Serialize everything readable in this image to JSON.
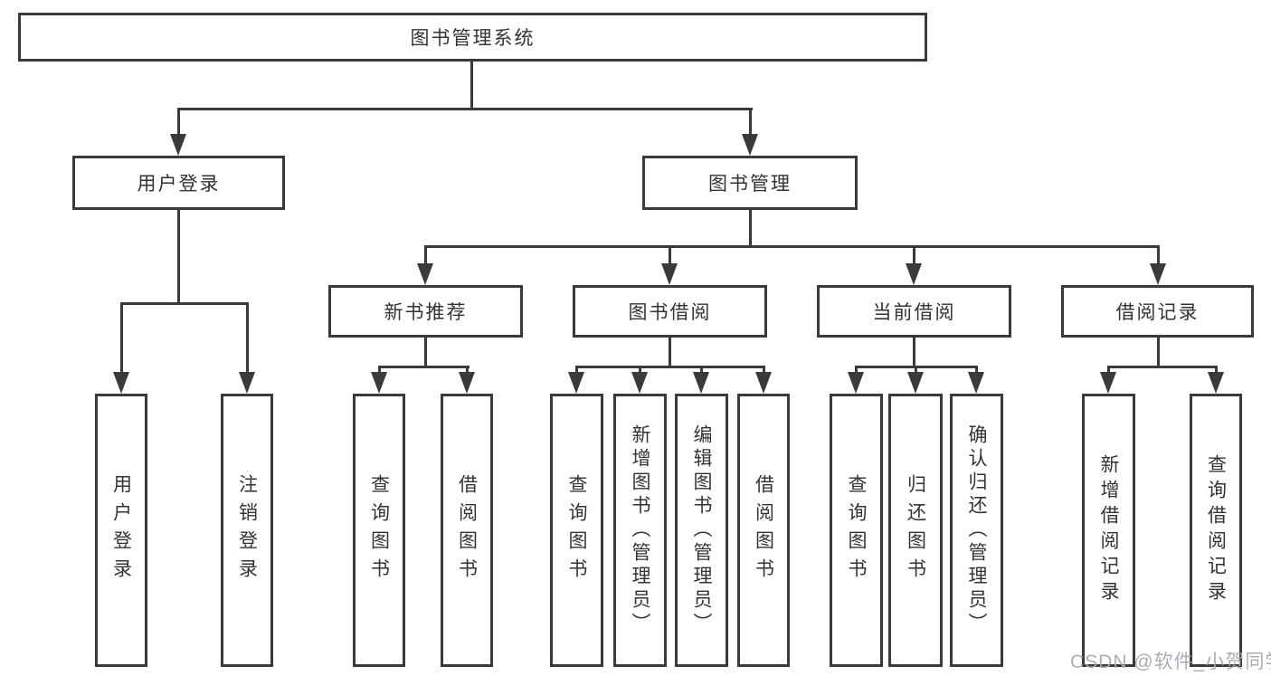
{
  "diagram": {
    "title": "图书管理系统",
    "watermark": "CSDN @软件_小贺同学",
    "colors": {
      "line": "#3a3a3a",
      "box_background": "#ffffff",
      "text": "#333333",
      "watermark": "#a4aab2"
    },
    "nodes": {
      "root": {
        "label": "图书管理系统"
      },
      "user_login": {
        "label": "用户登录"
      },
      "book_mgmt": {
        "label": "图书管理"
      },
      "new_book_rec": {
        "label": "新书推荐"
      },
      "book_borrow": {
        "label": "图书借阅"
      },
      "current_borrow": {
        "label": "当前借阅"
      },
      "borrow_record": {
        "label": "借阅记录"
      },
      "leaf_user_login": {
        "label": "用户登录"
      },
      "leaf_logout": {
        "label": "注销登录"
      },
      "leaf_query_book_1": {
        "label": "查询图书"
      },
      "leaf_borrow_book_1": {
        "label": "借阅图书"
      },
      "leaf_query_book_2": {
        "label": "查询图书"
      },
      "leaf_add_book": {
        "label": "新增图书（管理员）"
      },
      "leaf_edit_book": {
        "label": "编辑图书（管理员）"
      },
      "leaf_borrow_book_2": {
        "label": "借阅图书"
      },
      "leaf_query_book_3": {
        "label": "查询图书"
      },
      "leaf_return_book": {
        "label": "归还图书"
      },
      "leaf_confirm_return": {
        "label": "确认归还（管理员）"
      },
      "leaf_add_record": {
        "label": "新增借阅记录"
      },
      "leaf_query_record": {
        "label": "查询借阅记录"
      }
    },
    "hierarchy": {
      "root": "图书管理系统",
      "children": [
        {
          "label": "用户登录",
          "children": [
            "用户登录",
            "注销登录"
          ]
        },
        {
          "label": "图书管理",
          "children": [
            {
              "label": "新书推荐",
              "children": [
                "查询图书",
                "借阅图书"
              ]
            },
            {
              "label": "图书借阅",
              "children": [
                "查询图书",
                "新增图书（管理员）",
                "编辑图书（管理员）",
                "借阅图书"
              ]
            },
            {
              "label": "当前借阅",
              "children": [
                "查询图书",
                "归还图书",
                "确认归还（管理员）"
              ]
            },
            {
              "label": "借阅记录",
              "children": [
                "新增借阅记录",
                "查询借阅记录"
              ]
            }
          ]
        }
      ]
    }
  }
}
